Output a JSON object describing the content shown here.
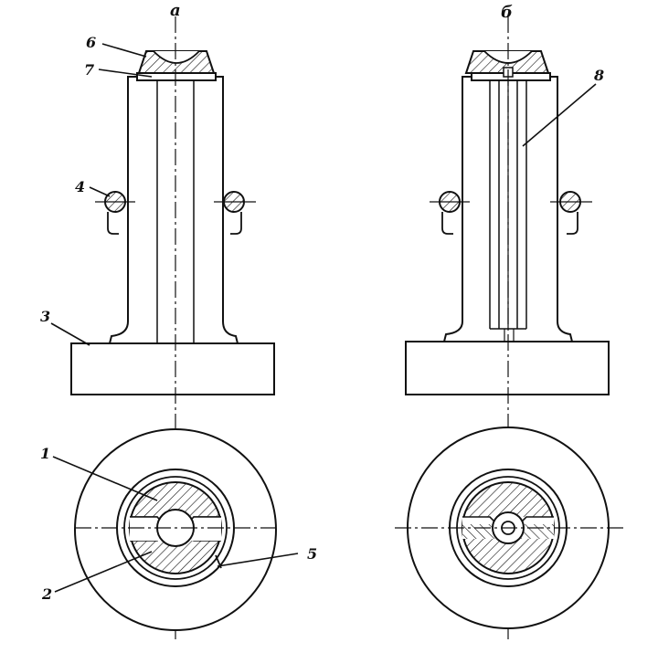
{
  "figure": {
    "panels": [
      {
        "id": "a",
        "caption": "а"
      },
      {
        "id": "b",
        "caption": "б"
      }
    ],
    "callouts": {
      "part_6": "6",
      "part_7": "7",
      "part_4": "4",
      "part_3": "3",
      "part_1": "1",
      "part_2": "2",
      "part_5": "5",
      "part_8": "8"
    },
    "colors": {
      "ink": "#111111",
      "paper": "#ffffff"
    }
  }
}
